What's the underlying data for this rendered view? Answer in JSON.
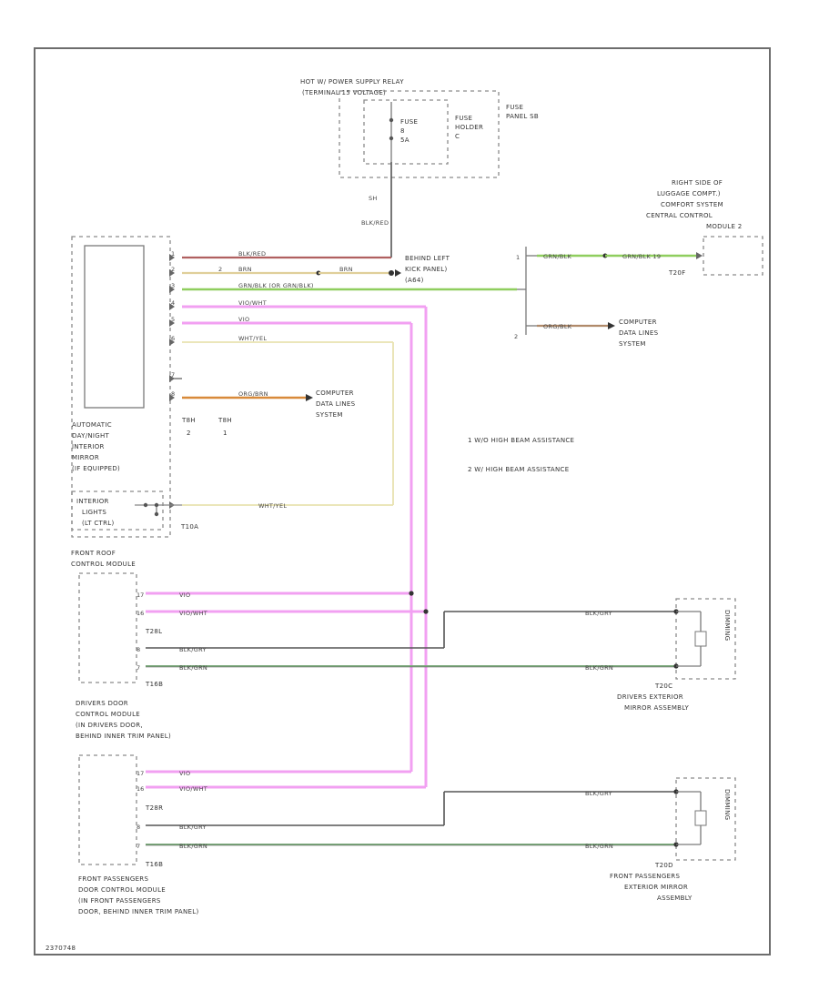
{
  "relay": {
    "line1": "HOT W/ POWER SUPPLY RELAY",
    "line2": "(TERMINAL 15 VOLTAGE)"
  },
  "fuse": {
    "line1": "FUSE",
    "line2": "8",
    "line3": "5A"
  },
  "fuse_holder": {
    "line1": "FUSE",
    "line2": "HOLDER",
    "line3": "C"
  },
  "fuse_panel": {
    "line1": "FUSE",
    "line2": "PANEL SB"
  },
  "supply_wire": {
    "pin": "SH",
    "color": "BLK/RED"
  },
  "behind_left_kick": {
    "line1": "BEHIND LEFT",
    "line2": "KICK PANEL)",
    "line3": "(A64)"
  },
  "luggage_module": {
    "line1": "RIGHT SIDE OF",
    "line2": "LUGGAGE COMPT.)",
    "line3": "COMFORT SYSTEM",
    "line4": "CENTRAL CONTROL",
    "line5": "MODULE 2",
    "connector": "T20F"
  },
  "mirror_wires": [
    {
      "pin": "1",
      "color": "BLK/RED"
    },
    {
      "pin": "2",
      "color": "BRN"
    },
    {
      "pin": "3",
      "color": "GRN/BLK (OR GRN/BLK)"
    },
    {
      "pin": "4",
      "color": "VIO/WHT"
    },
    {
      "pin": "5",
      "color": "VIO"
    },
    {
      "pin": "6",
      "color": "WHT/YEL"
    },
    {
      "pin": "7",
      "color": ""
    },
    {
      "pin": "8",
      "color": "ORG/BRN"
    }
  ],
  "brn_splice": {
    "color": "BRN"
  },
  "branch": {
    "one": {
      "num": "1",
      "color": "GRN/BLK",
      "color2": "GRN/BLK 19"
    },
    "two": {
      "num": "2",
      "color": "ORG/BLK"
    }
  },
  "computer_data_1": {
    "line1": "COMPUTER",
    "line2": "DATA LINES",
    "line3": "SYSTEM"
  },
  "computer_data_2": {
    "line1": "COMPUTER",
    "line2": "DATA LINES",
    "line3": "SYSTEM"
  },
  "mirror_connectors": {
    "a": "T8H",
    "a_pin": "2",
    "b": "T8H",
    "b_pin": "1"
  },
  "mirror_module": {
    "line1": "AUTOMATIC",
    "line2": "DAY/NIGHT",
    "line3": "INTERIOR",
    "line4": "MIRROR",
    "line5": "(IF EQUIPPED)"
  },
  "interior_lights": {
    "line1": "INTERIOR",
    "line2": "LIGHTS",
    "line3": "(LT CTRL)",
    "wire": "WHT/YEL",
    "connector": "T10A"
  },
  "legend": {
    "item1": "1   W/O HIGH BEAM ASSISTANCE",
    "item2": "2   W/ HIGH BEAM ASSISTANCE"
  },
  "roof_module": {
    "line1": "FRONT ROOF",
    "line2": "CONTROL MODULE"
  },
  "driver_module": {
    "line1": "DRIVERS DOOR",
    "line2": "CONTROL MODULE",
    "line3": "(IN DRIVERS DOOR,",
    "line4": "BEHIND INNER TRIM PANEL)",
    "connector1": "T28L",
    "connector2": "T16B",
    "pins": [
      "17",
      "16",
      "8",
      "7"
    ],
    "wires": [
      "VIO",
      "VIO/WHT",
      "BLK/GRY",
      "BLK/GRN"
    ]
  },
  "driver_mirror": {
    "wire1": "BLK/GRY",
    "wire2": "BLK/GRN",
    "connector": "T20C",
    "part": "DIMMING",
    "line1": "DRIVERS EXTERIOR",
    "line2": "MIRROR ASSEMBLY"
  },
  "pass_module": {
    "line1": "FRONT PASSENGERS",
    "line2": "DOOR CONTROL MODULE",
    "line3": "(IN FRONT PASSENGERS",
    "line4": "DOOR, BEHIND INNER TRIM PANEL)",
    "connector1": "T28R",
    "connector2": "T16B",
    "pins": [
      "17",
      "16",
      "8",
      "7"
    ],
    "wires": [
      "VIO",
      "VIO/WHT",
      "BLK/GRY",
      "BLK/GRN"
    ]
  },
  "pass_mirror": {
    "wire1": "BLK/GRY",
    "wire2": "BLK/GRN",
    "connector": "T20D",
    "part": "DIMMING",
    "line1": "FRONT PASSENGERS",
    "line2": "EXTERIOR MIRROR",
    "line3": "ASSEMBLY"
  },
  "figure_id": "2370748",
  "colors": {
    "pink": "#f2a0f2",
    "magenta_core": "#e26ce2",
    "green": "#8fce5e",
    "red_brown": "#b06060",
    "yellow": "#e8e2b0",
    "orange": "#d88a3a",
    "gray": "#555555"
  }
}
